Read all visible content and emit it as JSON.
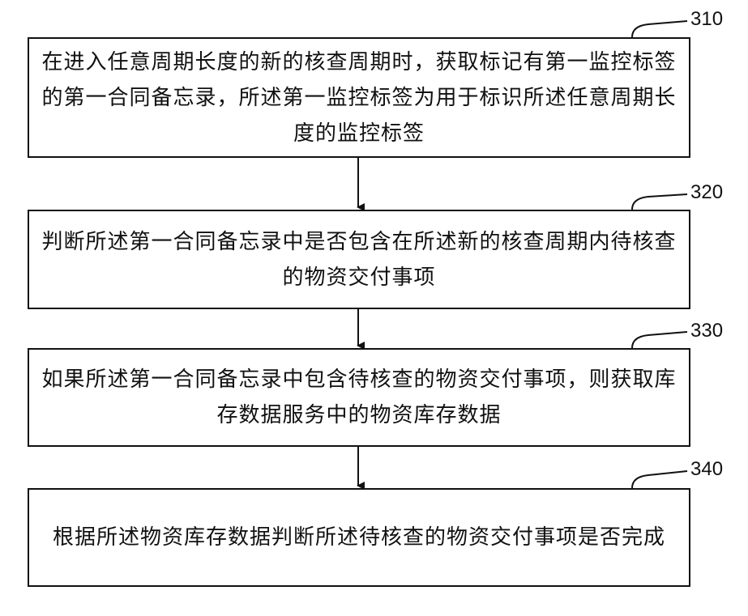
{
  "steps": [
    {
      "id": "310",
      "text": "在进入任意周期长度的新的核查周期时，获取标记有第一监控标签的第一合同备忘录，所述第一监控标签为用于标识所述任意周期长度的监控标签"
    },
    {
      "id": "320",
      "text": "判断所述第一合同备忘录中是否包含在所述新的核查周期内待核查的物资交付事项"
    },
    {
      "id": "330",
      "text": "如果所述第一合同备忘录中包含待核查的物资交付事项，则获取库存数据服务中的物资库存数据"
    },
    {
      "id": "340",
      "text": "根据所述物资库存数据判断所述待核查的物资交付事项是否完成"
    }
  ]
}
